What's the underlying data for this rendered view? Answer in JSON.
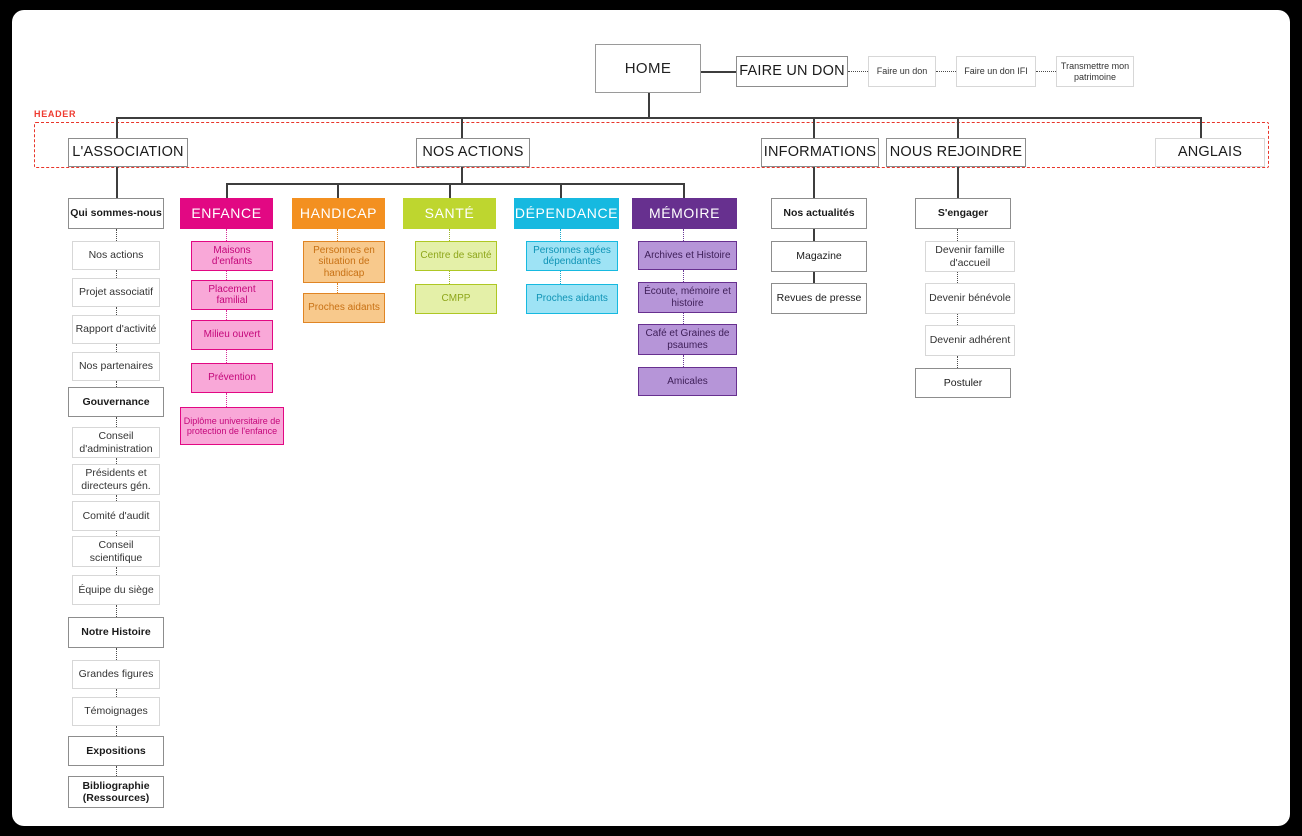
{
  "diagram": {
    "type": "sitemap",
    "header_annotation": {
      "label": "HEADER",
      "color": "#ef3b30"
    },
    "palette": {
      "enfance": "#e20883",
      "enfance_light": "#f9a8d8",
      "handicap": "#f39020",
      "handicap_light": "#f8c98c",
      "sante": "#bed62f",
      "sante_light": "#e4f0a8",
      "dependance": "#16b9e0",
      "dependance_light": "#9ee3f5",
      "memoire": "#67308f",
      "memoire_light": "#b695d8"
    },
    "root": {
      "label": "HOME"
    },
    "donate": {
      "label": "FAIRE UN DON",
      "children": [
        {
          "label": "Faire un don"
        },
        {
          "label": "Faire un don IFI"
        },
        {
          "label": "Transmettre mon patrimoine"
        }
      ]
    },
    "nav": [
      {
        "label": "L'ASSOCIATION"
      },
      {
        "label": "NOS ACTIONS"
      },
      {
        "label": "INFORMATIONS"
      },
      {
        "label": "NOUS REJOINDRE"
      },
      {
        "label": "ANGLAIS"
      }
    ],
    "association": {
      "head": {
        "label": "Qui sommes-nous"
      },
      "items": [
        {
          "label": "Nos actions"
        },
        {
          "label": "Projet associatif"
        },
        {
          "label": "Rapport d'activité"
        },
        {
          "label": "Nos partenaires"
        },
        {
          "label": "Gouvernance"
        },
        {
          "label": "Conseil d'administration"
        },
        {
          "label": "Présidents et directeurs gén."
        },
        {
          "label": "Comité d'audit"
        },
        {
          "label": "Conseil scientifique"
        },
        {
          "label": "Équipe du siège"
        },
        {
          "label": "Notre Histoire"
        },
        {
          "label": "Grandes figures"
        },
        {
          "label": "Témoignages"
        },
        {
          "label": "Expositions"
        },
        {
          "label": "Bibliographie (Ressources)"
        }
      ]
    },
    "categories": [
      {
        "label": "ENFANCE",
        "children": [
          {
            "label": "Maisons d'enfants"
          },
          {
            "label": "Placement familial"
          },
          {
            "label": "Milieu ouvert"
          },
          {
            "label": "Prévention"
          },
          {
            "label": "Diplôme universitaire de protection de l'enfance"
          }
        ]
      },
      {
        "label": "HANDICAP",
        "children": [
          {
            "label": "Personnes en situation de handicap"
          },
          {
            "label": "Proches aidants"
          }
        ]
      },
      {
        "label": "SANTÉ",
        "children": [
          {
            "label": "Centre de santé"
          },
          {
            "label": "CMPP"
          }
        ]
      },
      {
        "label": "DÉPENDANCE",
        "children": [
          {
            "label": "Personnes agées dépendantes"
          },
          {
            "label": "Proches aidants"
          }
        ]
      },
      {
        "label": "MÉMOIRE",
        "children": [
          {
            "label": "Archives et Histoire"
          },
          {
            "label": "Écoute, mémoire et histoire"
          },
          {
            "label": "Café et Graines de psaumes"
          },
          {
            "label": "Amicales"
          }
        ]
      }
    ],
    "informations": {
      "children": [
        {
          "label": "Nos actualités"
        },
        {
          "label": "Magazine"
        },
        {
          "label": "Revues de presse"
        }
      ]
    },
    "rejoindre": {
      "head": {
        "label": "S'engager"
      },
      "children": [
        {
          "label": "Devenir famille d'accueil"
        },
        {
          "label": "Devenir bénévole"
        },
        {
          "label": "Devenir adhérent"
        },
        {
          "label": "Postuler"
        }
      ]
    }
  }
}
